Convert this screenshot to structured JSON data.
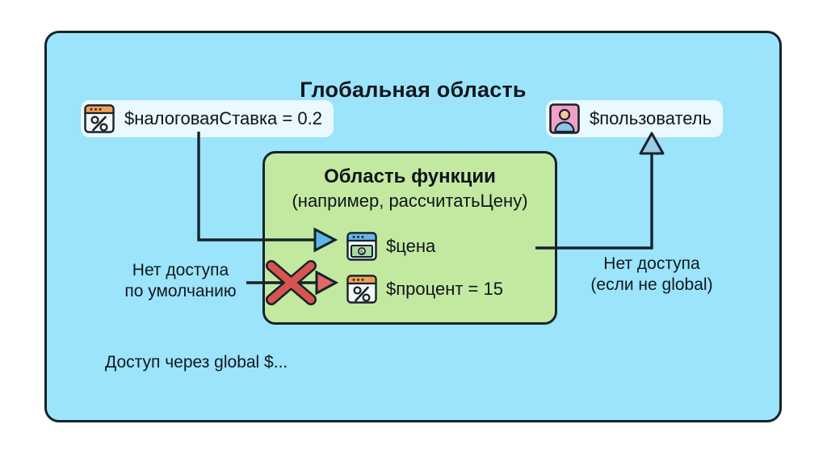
{
  "diagram": {
    "title": "Глобальная область",
    "colors": {
      "global_background": "#9ce4fc",
      "function_background": "#c3e9a1",
      "outline": "#15232b",
      "allowed_arrow": "#5bb7e8",
      "blocked_arrow": "#e06a63",
      "blocked_cross": "#d9544e",
      "chip_background": "#ffffffc7"
    },
    "global_vars": [
      {
        "name": "tax-rate",
        "label": "$налоговаяСтавка = 0.2",
        "icon": "percent-window-icon",
        "icon_accent": "#f0a055"
      },
      {
        "name": "user",
        "label": "$пользователь",
        "icon": "user-avatar-icon",
        "icon_accent": "#f0a0c8"
      }
    ],
    "function_scope": {
      "title": "Область функции",
      "subtitle": "(например, рассчитатьЦену)",
      "variables": [
        {
          "name": "price",
          "label": "$цена",
          "icon": "money-window-icon",
          "icon_accent": "#6ab4e8",
          "arrow": "allowed"
        },
        {
          "name": "percent",
          "label": "$процент = 15",
          "icon": "percent-window-icon",
          "icon_accent": "#f0a055",
          "arrow": "blocked"
        }
      ]
    },
    "notes": {
      "left": "Нет доступа\nпо умолчанию",
      "left_line1": "Нет доступа",
      "left_line2": "по умолчанию",
      "right_line1": "Нет доступа",
      "right_line2": "(если не global)",
      "bottom": "Доступ через global $..."
    }
  }
}
